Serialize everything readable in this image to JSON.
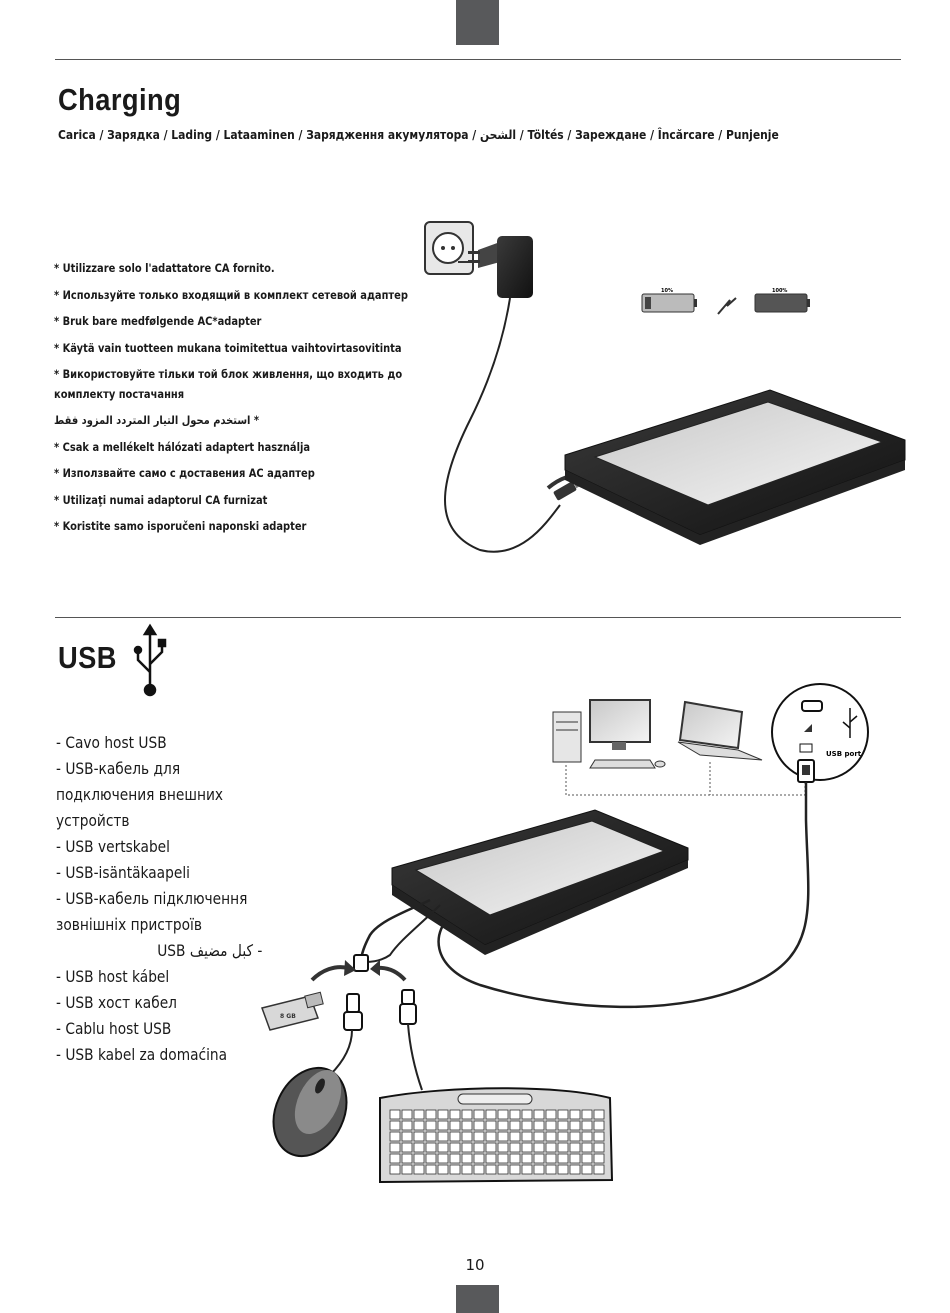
{
  "charging": {
    "title": "Charging",
    "subtitle": "Carica / Зарядка / Lading / Lataaminen / Зарядження акумулятора / الشحن / Töltés / Зареждане / Încărcare / Punjenje",
    "notes": [
      "* Utilizzare solo l'adattatore CA fornito.",
      "* Используйте только входящий в комплект сетевой адаптер",
      "* Bruk bare medfølgende AC*adapter",
      "* Käytä vain tuotteen mukana toimitettua vaihtovirtasovitinta",
      "* Використовуйте тільки той блок живлення, що входить до комплекту постачання",
      "* استخدم محول التيار المتردد المزود فقط",
      "* Csak a mellékelt hálózati adaptert használja",
      "* Използвайте само с доставения АС адаптер",
      "* Utilizaţi numai adaptorul CA furnizat",
      "* Koristite samo isporučeni naponski adapter"
    ],
    "battery": {
      "low": "10%",
      "full": "100%"
    }
  },
  "usb": {
    "title": "USB",
    "items": [
      "- Cavo host USB",
      "- USB-кабель для подключения внешних устройств",
      "- USB vertskabel",
      "- USB-isäntäkaapeli",
      "- USB-кабель підключення зовнішніх пристроїв",
      "- كبل مضيف USB",
      "- USB host kábel",
      "- USB хост кабел",
      "- Cablu host USB",
      "- USB kabel za domaćina"
    ],
    "port_label": "USB port",
    "drive_label": "8 GB"
  },
  "page_number": "10"
}
